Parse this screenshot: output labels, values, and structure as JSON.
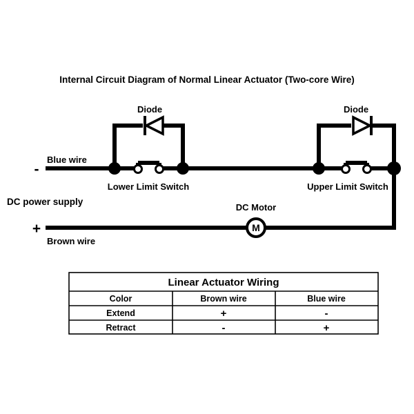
{
  "diagram": {
    "title": "Internal Circuit Diagram of Normal Linear Actuator (Two-core Wire)",
    "power_supply_label": "DC power supply",
    "negative_sign": "-",
    "positive_sign": "+",
    "blue_wire_label": "Blue wire",
    "brown_wire_label": "Brown wire",
    "motor_label": "DC Motor",
    "motor_symbol": "M",
    "left_diode_label": "Diode",
    "right_diode_label": "Diode",
    "lower_switch_label": "Lower Limit Switch",
    "upper_switch_label": "Upper Limit Switch",
    "colors": {
      "wire": "#000000",
      "background": "#ffffff",
      "contact_fill": "#ffffff"
    }
  },
  "table": {
    "title": "Linear Actuator Wiring",
    "headers": [
      "Color",
      "Brown wire",
      "Blue wire"
    ],
    "rows": [
      [
        "Extend",
        "+",
        "-"
      ],
      [
        "Retract",
        "-",
        "+"
      ]
    ]
  }
}
